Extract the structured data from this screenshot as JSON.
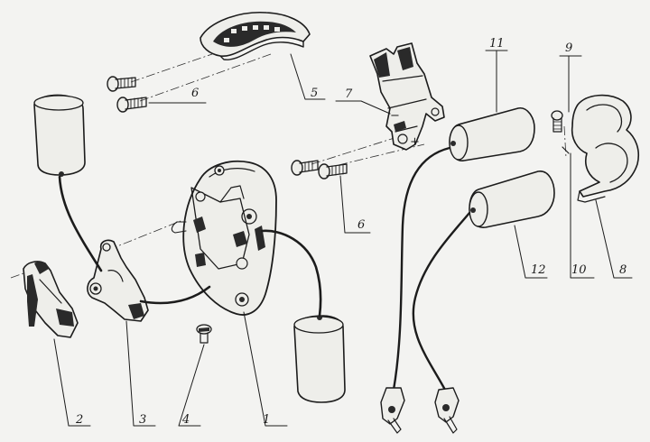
{
  "diagram": {
    "callouts": [
      {
        "id": "c1",
        "text": "1"
      },
      {
        "id": "c2",
        "text": "2"
      },
      {
        "id": "c3",
        "text": "3"
      },
      {
        "id": "c4",
        "text": "4"
      },
      {
        "id": "c5",
        "text": "5"
      },
      {
        "id": "c6a",
        "text": "6"
      },
      {
        "id": "c6b",
        "text": "6"
      },
      {
        "id": "c7",
        "text": "7"
      },
      {
        "id": "c8",
        "text": "8"
      },
      {
        "id": "c9",
        "text": "9"
      },
      {
        "id": "c10",
        "text": "10"
      },
      {
        "id": "c11",
        "text": "11"
      },
      {
        "id": "c12",
        "text": "12"
      }
    ],
    "terminal_marks": {
      "minus": "−",
      "plus": "+"
    }
  }
}
